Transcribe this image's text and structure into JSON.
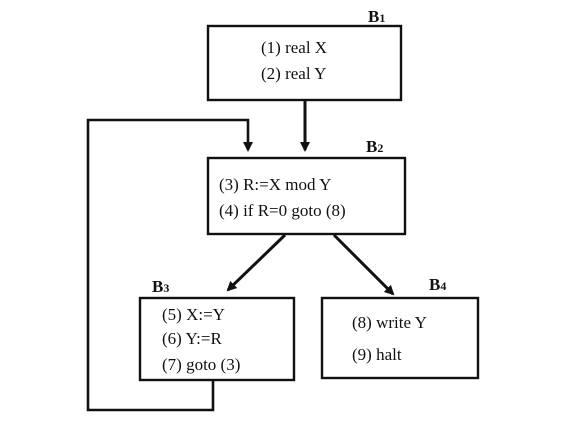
{
  "blocks": {
    "b1": {
      "label_main": "B",
      "label_sub": "1",
      "lines": [
        "(1) real X",
        "(2) real Y"
      ]
    },
    "b2": {
      "label_main": "B",
      "label_sub": "2",
      "lines": [
        "(3) R:=X mod Y",
        "(4) if R=0 goto (8)"
      ]
    },
    "b3": {
      "label_main": "B",
      "label_sub": "3",
      "lines": [
        "(5) X:=Y",
        "(6) Y:=R",
        "(7) goto (3)"
      ]
    },
    "b4": {
      "label_main": "B",
      "label_sub": "4",
      "lines": [
        "(8) write Y",
        "(9) halt"
      ]
    }
  },
  "edges": [
    {
      "from": "b1",
      "to": "b2"
    },
    {
      "from": "b2",
      "to": "b3"
    },
    {
      "from": "b2",
      "to": "b4"
    },
    {
      "from": "b3",
      "to": "b2"
    }
  ],
  "colors": {
    "ink": "#111111",
    "background": "#ffffff"
  }
}
